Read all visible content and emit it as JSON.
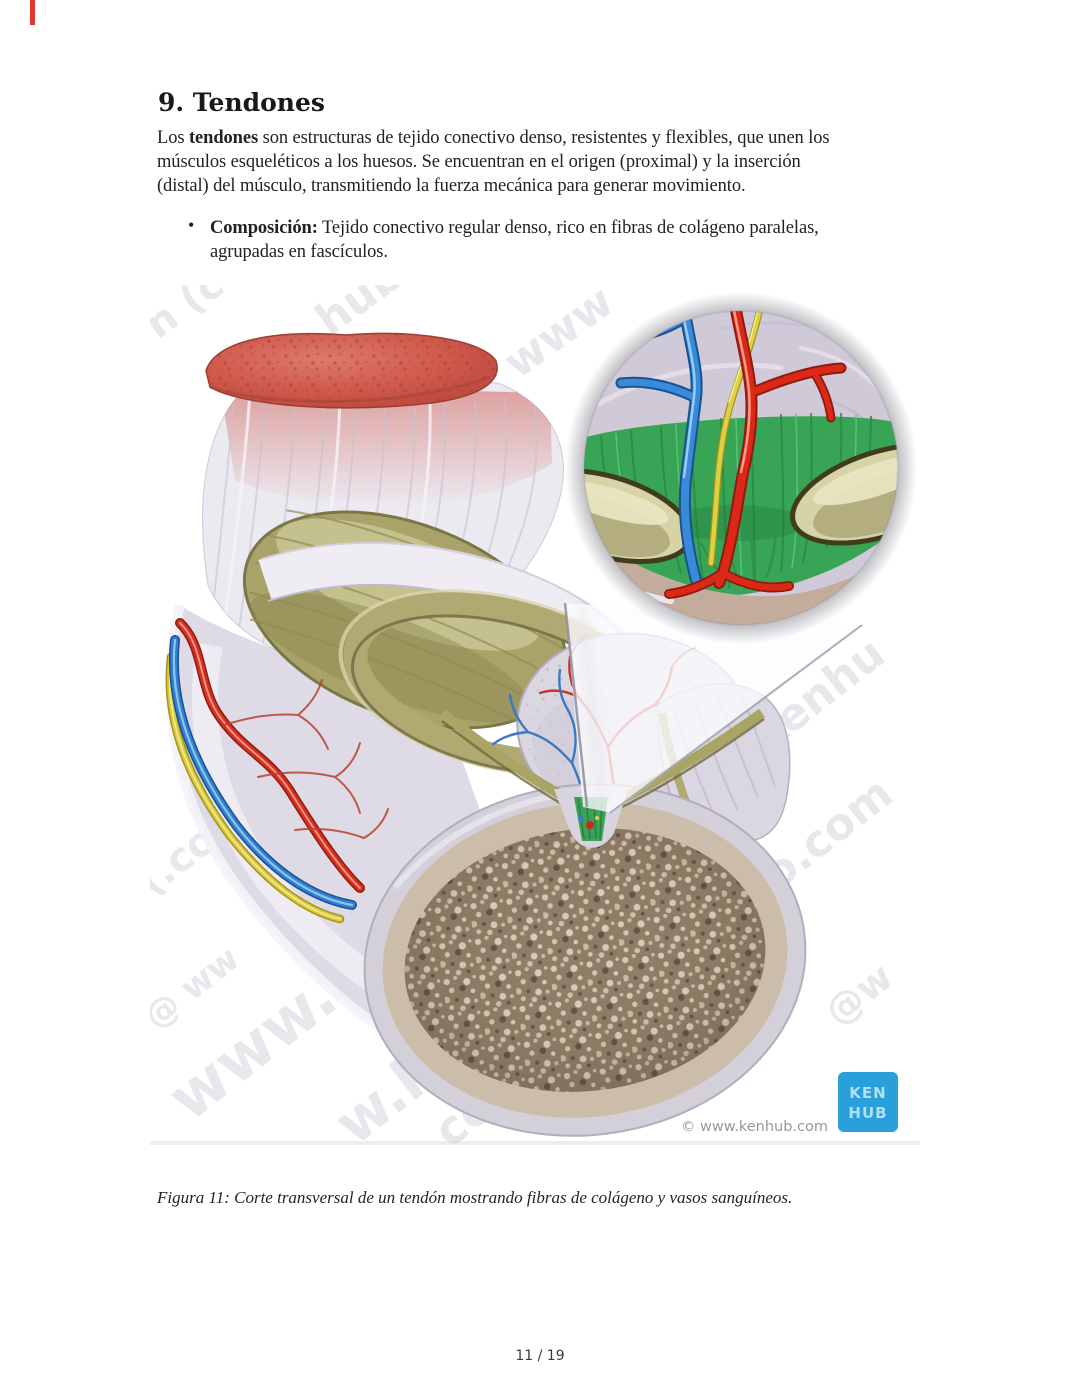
{
  "page": {
    "heading": "9. Tendones",
    "paragraph": {
      "line1_pre": "Los ",
      "line1_bold": "tendones",
      "line1_rest": " son estructuras de tejido conectivo denso, resistentes y flexibles, que unen los",
      "line2": "músculos esqueléticos a los huesos. Se encuentran en el origen (proximal) y la inserción",
      "line3": "(distal) del músculo, transmitiendo la fuerza mecánica para generar movimiento."
    },
    "bullet": {
      "marker": "•",
      "bold": "Composición:",
      "line1_rest": " Tejido conectivo regular denso, rico en fibras de colágeno paralelas,",
      "line2": "agrupadas en fascículos."
    },
    "caption": "Figura 11: Corte transversal de un tendón mostrando fibras de colágeno y vasos sanguíneos.",
    "page_number": "11 / 19"
  },
  "figure": {
    "credit": "© www.kenhub.com",
    "logo": {
      "line1": "KEN",
      "line2": "HUB",
      "bg_color": "#2aa0da",
      "text_color": "#aee0f6"
    },
    "watermarks": [
      "n (c",
      "hub-",
      "www",
      "(.co",
      "@ ww",
      "www.",
      "w.ken",
      "kenhu",
      "o.com",
      "@w",
      "com"
    ],
    "colors": {
      "muscle_red": "#cd5a4e",
      "tendon_lavender": "#dcd8e3",
      "sheath_olive": "#a9a36a",
      "vein_blue": "#2e7fd0",
      "artery_red": "#d62b1c",
      "nerve_yellow": "#ddcb45",
      "fiber_green": "#3aa556",
      "spongy_bone": "#8d7b64"
    }
  }
}
